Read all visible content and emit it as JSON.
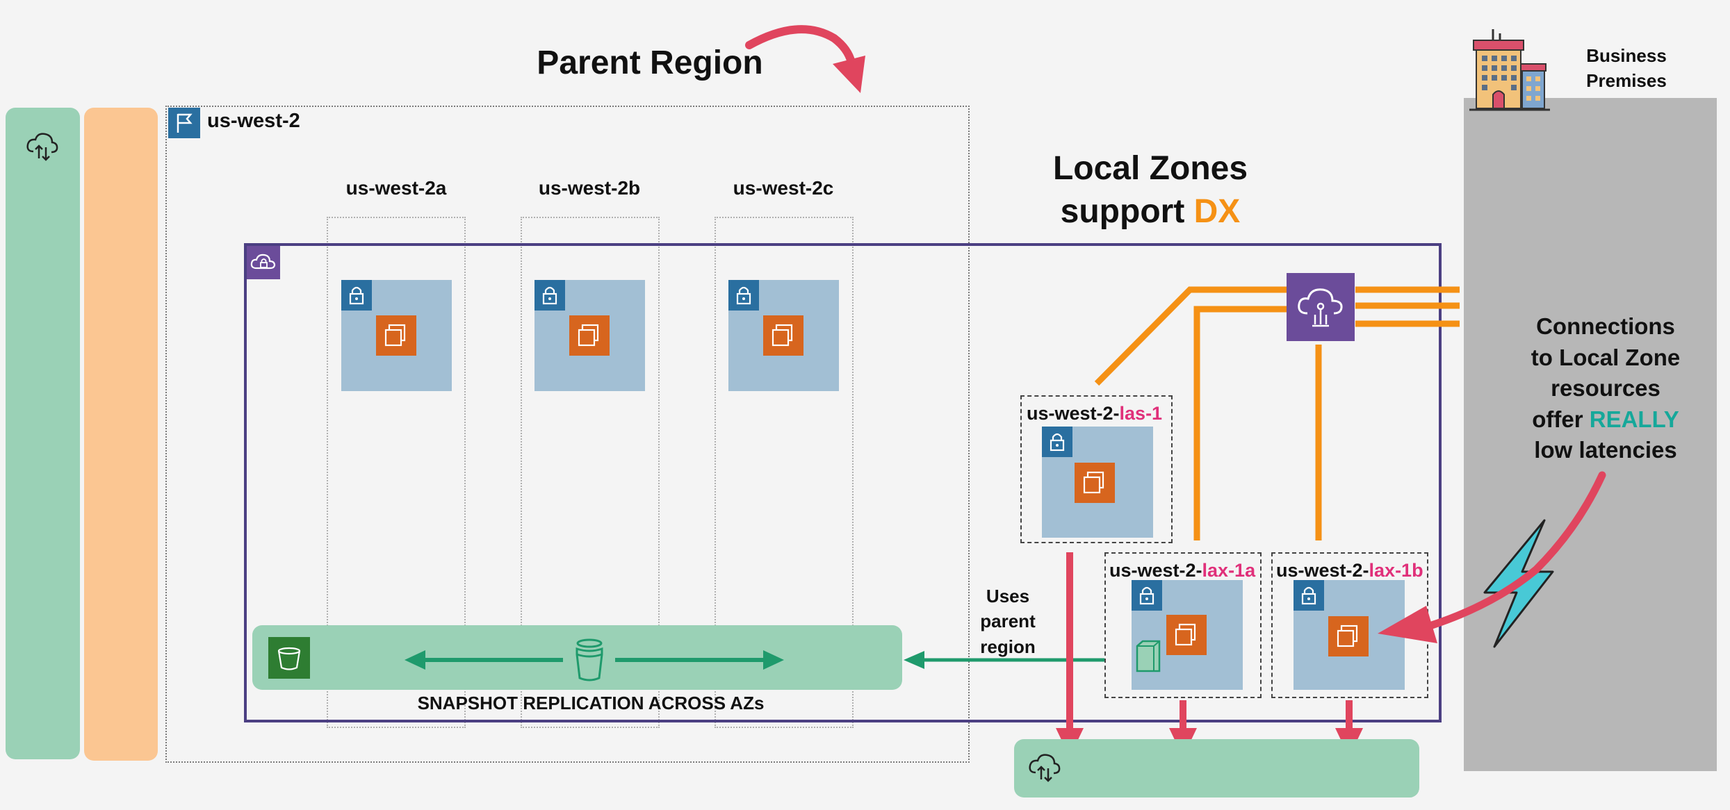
{
  "header": {
    "parent_region": "Parent Region",
    "local_zones_line1": "Local Zones",
    "local_zones_support": "support ",
    "local_zones_dx": "DX"
  },
  "region": {
    "name": "us-west-2"
  },
  "azs": [
    "us-west-2a",
    "us-west-2b",
    "us-west-2c"
  ],
  "local_zones": {
    "las": {
      "prefix": "us-west-2-",
      "suffix": "las-1"
    },
    "lax_1a": {
      "prefix": "us-west-2-",
      "suffix": "lax-1a"
    },
    "lax_1b": {
      "prefix": "us-west-2-",
      "suffix": "lax-1b"
    }
  },
  "snapshot_label": "SNAPSHOT REPLICATION ACROSS AZs",
  "uses_parent_region": [
    "Uses",
    "parent",
    "region"
  ],
  "business": {
    "line1": "Business",
    "line2": "Premises"
  },
  "connections_note": {
    "l1": "Connections",
    "l2": "to Local Zone",
    "l3": "resources",
    "l4_pre": "offer ",
    "l4_hl": "REALLY",
    "l5": "low latencies"
  },
  "icons": [
    "cloud-upload-download-icon",
    "region-flag-icon",
    "vpc-cloud-icon",
    "lock-icon",
    "ec2-instance-icon",
    "s3-bucket-icon",
    "direct-connect-icon",
    "building-icon",
    "lightning-icon",
    "ebs-volume-icon"
  ],
  "colors": {
    "green": "#9ad1b6",
    "orange_band": "#fbc692",
    "vpc_border": "#4b3f82",
    "dx_orange": "#f59115",
    "arrow_red": "#e0455e",
    "replication_green": "#1f9a6c",
    "highlight_teal": "#16a89a",
    "pink": "#e0307a",
    "premises_gray": "#b7b7b7"
  }
}
